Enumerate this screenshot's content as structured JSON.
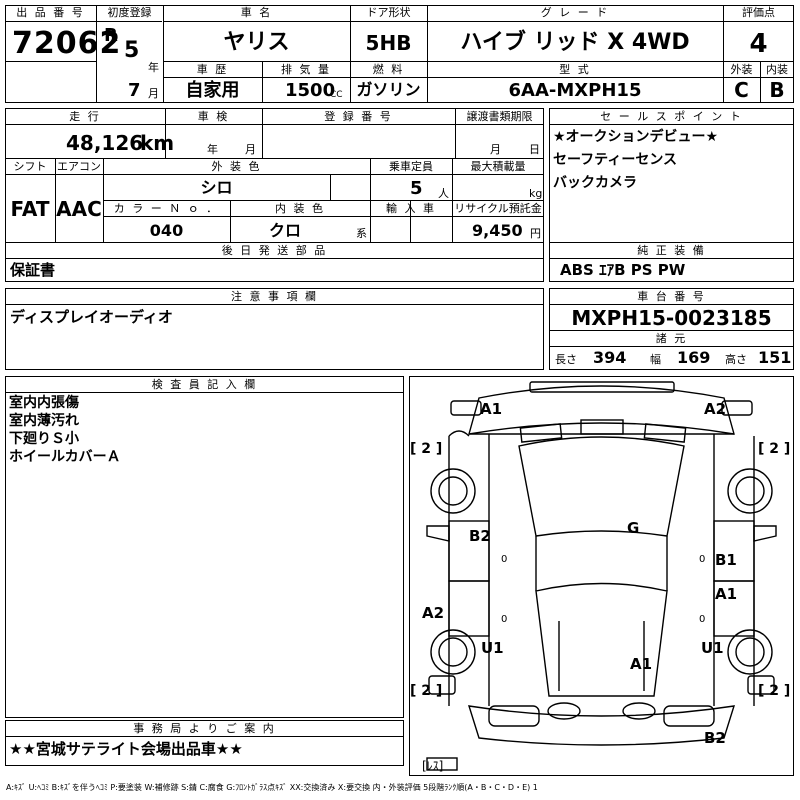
{
  "headers": {
    "lot_no": "出 品 番 号",
    "first_reg": "初度登録",
    "car_name": "車 名",
    "door": "ドア形状",
    "grade": "グ レ ー ド",
    "score": "評価点",
    "history": "車 歴",
    "displacement": "排 気 量",
    "fuel": "燃 料",
    "model": "型 式",
    "exterior": "外装",
    "interior": "内装",
    "mileage": "走 行",
    "inspection": "車 検",
    "registration_no": "登 録 番 号",
    "transfer_deadline": "譲渡書類期限",
    "sales_points": "セ ー ル ス ポ イ ン ト",
    "shift": "シフト",
    "aircon": "エアコン",
    "exterior_color": "外 装 色",
    "capacity": "乗車定員",
    "max_load": "最大積載量",
    "color_no": "カ ラ ー Ｎ ｏ ．",
    "interior_color": "内 装 色",
    "import": "輸 入 車",
    "recycle": "リサイクル預託金",
    "later_parts": "後 日 発 送 部 品",
    "genuine_equipment": "純 正 装 備",
    "notes": "注 意 事 項 欄",
    "chassis_no": "車 台 番 号",
    "dimensions": "諸 元",
    "inspector": "検 査 員 記 入 欄",
    "office_info": "事 務 局 よ り ご 案 内"
  },
  "vehicle": {
    "lot_no": "72062",
    "era": "R",
    "year": "5",
    "year_unit": "年",
    "month": "7",
    "month_unit": "月",
    "car_name": "ヤリス",
    "door": "5HB",
    "grade": "ハイブ リッド X  4WD",
    "score": "4",
    "history": "自家用",
    "displacement": "1500",
    "cc_unit": "CC",
    "fuel": "ガソリン",
    "model": "6AA-MXPH15",
    "exterior_grade": "C",
    "interior_grade": "B",
    "mileage": "48,126",
    "mileage_unit": "km",
    "inspection_year_unit": "年",
    "inspection_month_unit": "月",
    "transfer_month_unit": "月",
    "transfer_day_unit": "日",
    "shift": "FAT",
    "aircon": "AAC",
    "exterior_color": "シロ",
    "capacity": "5",
    "capacity_unit": "人",
    "load_unit": "kg",
    "color_no": "040",
    "interior_color": "クロ",
    "interior_color_unit": "系",
    "recycle_fee": "9,450",
    "yen_unit": "円",
    "later_parts": "保証書",
    "genuine_equipment": "ABS  ｴｱB  PS  PW",
    "chassis_no": "MXPH15-0023185",
    "length_label": "長さ",
    "length": "394",
    "width_label": "幅",
    "width": "169",
    "height_label": "高さ",
    "height": "151"
  },
  "sales_points": [
    "★オークションデビュー★",
    "セーフティーセンス",
    "バックカメラ"
  ],
  "notes": "ディスプレイオーディオ",
  "inspector_notes": [
    "室内内張傷",
    "室内薄汚れ",
    "下廻りＳ小",
    "ホイールカバーＡ"
  ],
  "office_info": "★★宮城サテライト会場出品車★★",
  "diagram_marks": {
    "a1_front_left": "A1",
    "a2_front_right": "A2",
    "tire_fl": "[ 2 ]",
    "tire_fr": "[ 2 ]",
    "tire_rl": "[ 2 ]",
    "tire_rr": "[ 2 ]",
    "g_glass": "G",
    "b2_left_door": "B2",
    "b1_right_door": "B1",
    "a1_right_rear_door": "A1",
    "a2_left_rear": "A2",
    "u1_left": "U1",
    "u1_right": "U1",
    "a1_roof_rear": "A1",
    "b2_rear": "B2",
    "spare": "[ﾚｽ]"
  },
  "legend": "A:ｷｽﾞ U:ﾍｺﾐ B:ｷｽﾞを伴うﾍｺﾐ P:要塗装 W:補修跡 S:錆 C:腐食 G:ﾌﾛﾝﾄｶﾞﾗｽ点ｷｽﾞ XX:交換済み X:要交換  内・外装評価 5段階ﾗﾝｸ順(A・B・C・D・E) 1"
}
